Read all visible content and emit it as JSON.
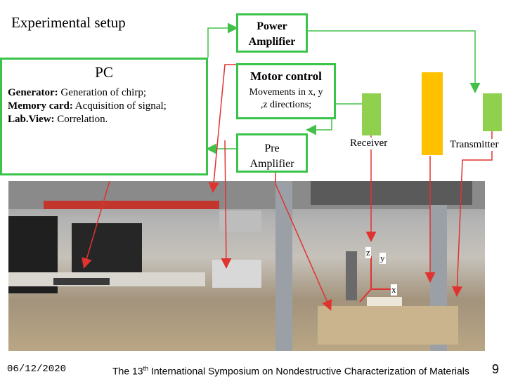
{
  "title": "Experimental  setup",
  "pc": {
    "heading": "PC",
    "lines": [
      {
        "label": "Generator:",
        "text": " Generation of chirp;"
      },
      {
        "label": "Memory card:",
        "text": " Acquisition of signal;"
      },
      {
        "label": "Lab.View:",
        "text": " Correlation."
      }
    ]
  },
  "power_amp": {
    "line1": "Power",
    "line2": "Amplifier"
  },
  "motor": {
    "title": "Motor control",
    "line1": "Movements in x, y",
    "line2": ",z directions;"
  },
  "pre_amp": {
    "line1": "Pre",
    "line2": "Amplifier"
  },
  "receiver": "Receiver",
  "transmitter": "Transmitter",
  "axes": {
    "z": "z",
    "y": "y",
    "x": "x"
  },
  "colors": {
    "green_box": "#3ac44a",
    "red_arrow": "#e0332f",
    "green_arrow": "#44c04a",
    "yellow": "#ffc000"
  },
  "footer": {
    "date": "06/12/2020",
    "conf_pre": "The 13",
    "conf_sup": "th",
    "conf_post": " International Symposium on Nondestructive Characterization of Materials",
    "page": "9"
  }
}
